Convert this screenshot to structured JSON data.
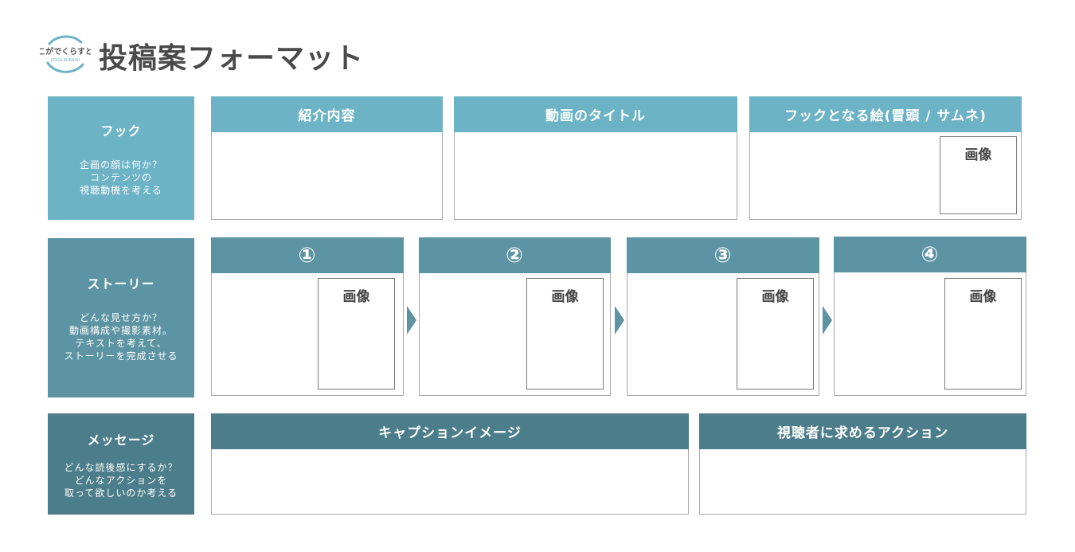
{
  "header": {
    "title": "投稿案フォーマット",
    "logo_text": "こがでくらすと",
    "logo_subtext": "KOGA KURASU",
    "logo_color": "#6db3c6"
  },
  "colors": {
    "hook": "#6db3c6",
    "story": "#5d94a4",
    "message": "#4c7d8a",
    "border": "#a9a9a9"
  },
  "rows": {
    "hook": {
      "title": "フック",
      "desc": "企画の顔は何か？\nコンテンツの\n視聴動機を考える",
      "cards": {
        "intro": "紹介内容",
        "video_title": "動画のタイトル",
        "hook_image": "フックとなる絵(冒頭 / サムネ)"
      },
      "image_label": "画像"
    },
    "story": {
      "title": "ストーリー",
      "desc": "どんな見せ方か？\n動画構成や撮影素材。\nテキストを考えて、\nストーリーを完成させる",
      "steps": [
        "①",
        "②",
        "③",
        "④"
      ],
      "image_label": "画像"
    },
    "message": {
      "title": "メッセージ",
      "desc": "どんな読後感にするか？\nどんなアクションを\n取って欲しいのか考える",
      "cards": {
        "caption": "キャプションイメージ",
        "action": "視聴者に求めるアクション"
      }
    }
  }
}
